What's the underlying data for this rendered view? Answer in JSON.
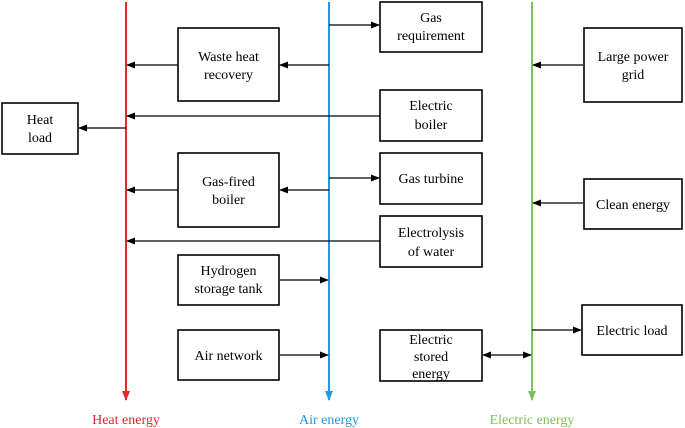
{
  "colors": {
    "heat": "#e8262a",
    "air": "#1f9bde",
    "electric": "#7dc256",
    "ink": "#000000"
  },
  "buses": {
    "heat": "Heat energy",
    "air": "Air energy",
    "electric": "Electric energy"
  },
  "nodes": {
    "heat_load": [
      "Heat",
      "load"
    ],
    "waste_heat_recovery": [
      "Waste heat",
      "recovery"
    ],
    "gas_fired_boiler": [
      "Gas-fired",
      "boiler"
    ],
    "hydrogen_storage_tank": [
      "Hydrogen",
      "storage tank"
    ],
    "air_network": [
      "Air network"
    ],
    "gas_requirement": [
      "Gas",
      "requirement"
    ],
    "electric_boiler": [
      "Electric",
      "boiler"
    ],
    "gas_turbine": [
      "Gas turbine"
    ],
    "electrolysis_of_water": [
      "Electrolysis",
      "of water"
    ],
    "electric_stored_energy": [
      "Electric",
      "stored",
      "energy"
    ],
    "large_power_grid": [
      "Large power",
      "grid"
    ],
    "clean_energy": [
      "Clean energy"
    ],
    "electric_load": [
      "Electric load"
    ]
  }
}
